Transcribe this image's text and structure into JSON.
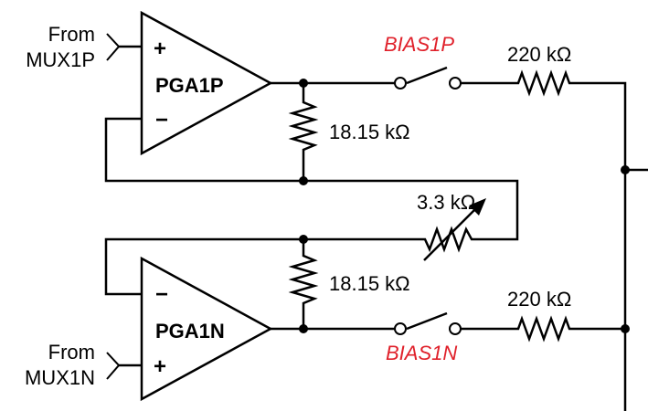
{
  "amplifiers": {
    "top": {
      "name": "PGA1P",
      "input_plus": "+",
      "input_minus": "−"
    },
    "bottom": {
      "name": "PGA1N",
      "input_plus": "+",
      "input_minus": "−"
    }
  },
  "inputs": {
    "top": {
      "line1": "From",
      "line2": "MUX1P"
    },
    "bottom": {
      "line1": "From",
      "line2": "MUX1N"
    }
  },
  "components": {
    "r_top_feedback": "18.15 kΩ",
    "r_bottom_feedback": "18.15 kΩ",
    "r_gain_variable": "3.3 kΩ",
    "r_bias_top": "220 kΩ",
    "r_bias_bottom": "220 kΩ"
  },
  "switches": {
    "top": "BIAS1P",
    "bottom": "BIAS1N"
  },
  "colors": {
    "wire": "#000000",
    "switch_label": "#e0212b",
    "background": "#ffffff"
  }
}
